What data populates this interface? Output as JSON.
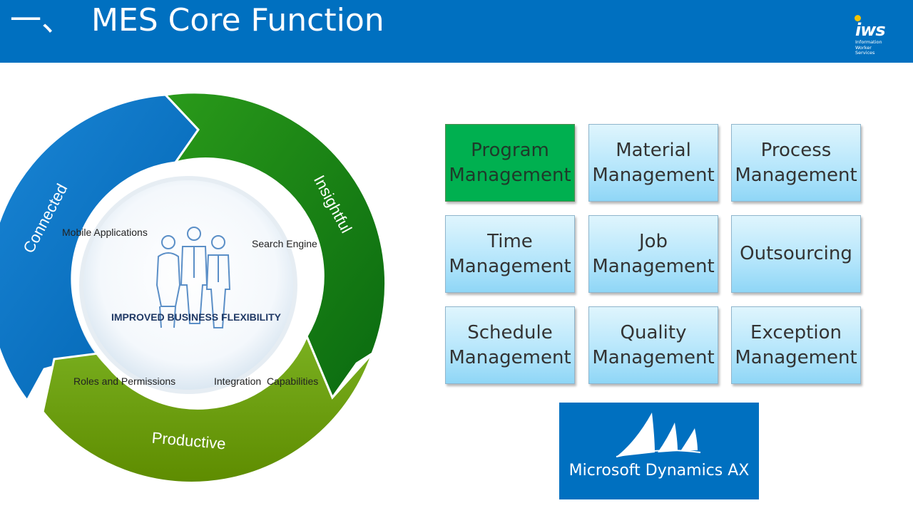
{
  "header": {
    "number": "一、",
    "title": "MES Core Function",
    "logo": {
      "mark": "iws",
      "subtext": "Information\nWorker\nServices"
    }
  },
  "cycle": {
    "segments": [
      {
        "label": "Connected",
        "color": "#0070c0"
      },
      {
        "label": "Insightful",
        "color": "#1a8010"
      },
      {
        "label": "Productive",
        "color": "#6a9a00"
      }
    ],
    "features": [
      "Mobile Applications",
      "Search Engine",
      "Roles and Permissions",
      "Integration  Capabilities"
    ],
    "center_caption": "IMPROVED BUSINESS FLEXIBILITY"
  },
  "functions": [
    {
      "line1": "Program",
      "line2": "Management",
      "active": true
    },
    {
      "line1": "Material",
      "line2": "Management",
      "active": false
    },
    {
      "line1": "Process",
      "line2": "Management",
      "active": false
    },
    {
      "line1": "Time",
      "line2": "Management",
      "active": false
    },
    {
      "line1": "Job",
      "line2": "Management",
      "active": false
    },
    {
      "line1": "Outsourcing",
      "line2": "",
      "active": false
    },
    {
      "line1": "Schedule",
      "line2": "Management",
      "active": false
    },
    {
      "line1": "Quality",
      "line2": "Management",
      "active": false
    },
    {
      "line1": "Exception",
      "line2": "Management",
      "active": false
    }
  ],
  "brand": {
    "text": "Microsoft Dynamics AX",
    "color": "#0070c0"
  }
}
